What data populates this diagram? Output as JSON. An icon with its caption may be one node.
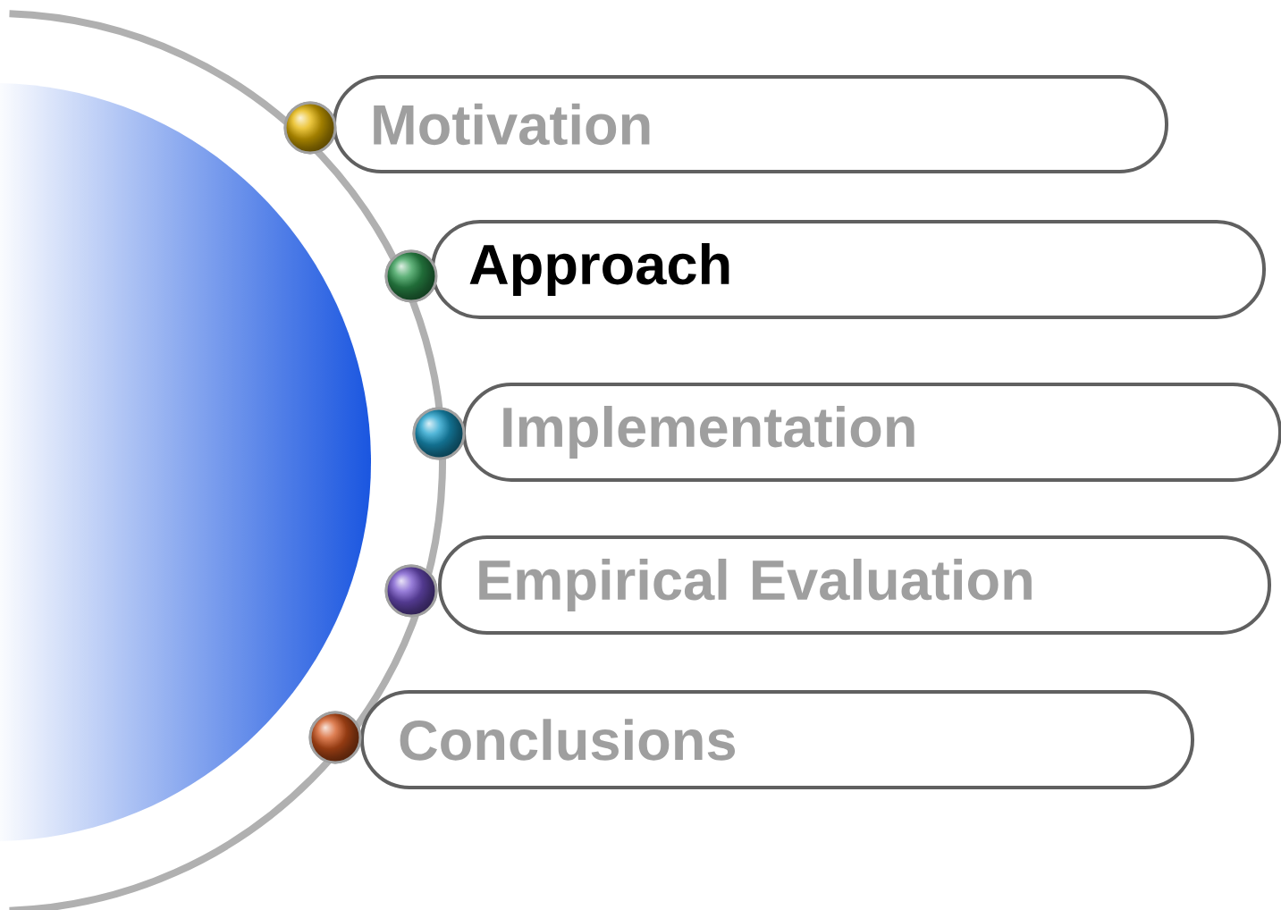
{
  "diagram": {
    "nodes": [
      {
        "text": [
          "Motivation"
        ]
      },
      {
        "text": [
          "Approach"
        ]
      },
      {
        "text": [
          "Implementation"
        ]
      },
      {
        "text": [
          "Empirical Evaluation"
        ]
      },
      {
        "text": [
          "Conclusions"
        ]
      }
    ]
  }
}
